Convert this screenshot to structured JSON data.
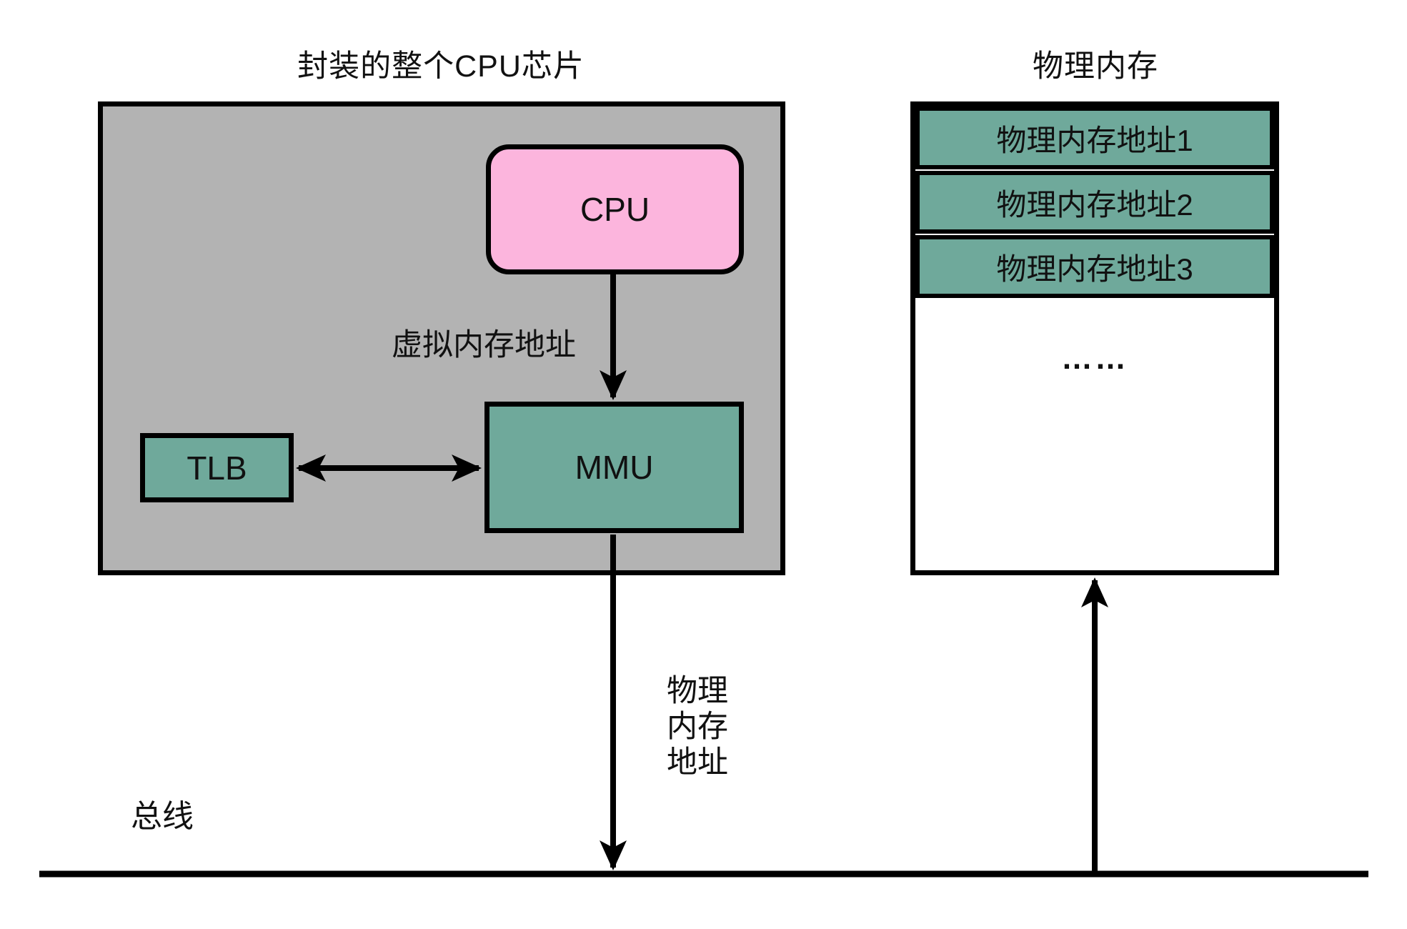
{
  "colors": {
    "background": "#ffffff",
    "chip_fill": "#b3b3b3",
    "teal_fill": "#6fa99b",
    "pink_fill": "#fcb5dd",
    "line": "#000000"
  },
  "chip": {
    "title": "封装的整个CPU芯片",
    "cpu_label": "CPU",
    "mmu_label": "MMU",
    "tlb_label": "TLB",
    "virtual_address_label": "虚拟内存地址"
  },
  "memory": {
    "title": "物理内存",
    "rows": [
      "物理内存地址1",
      "物理内存地址2",
      "物理内存地址3"
    ],
    "ellipsis": "……"
  },
  "labels": {
    "physical_address_multiline": "物理\n内存\n地址",
    "bus": "总线"
  }
}
